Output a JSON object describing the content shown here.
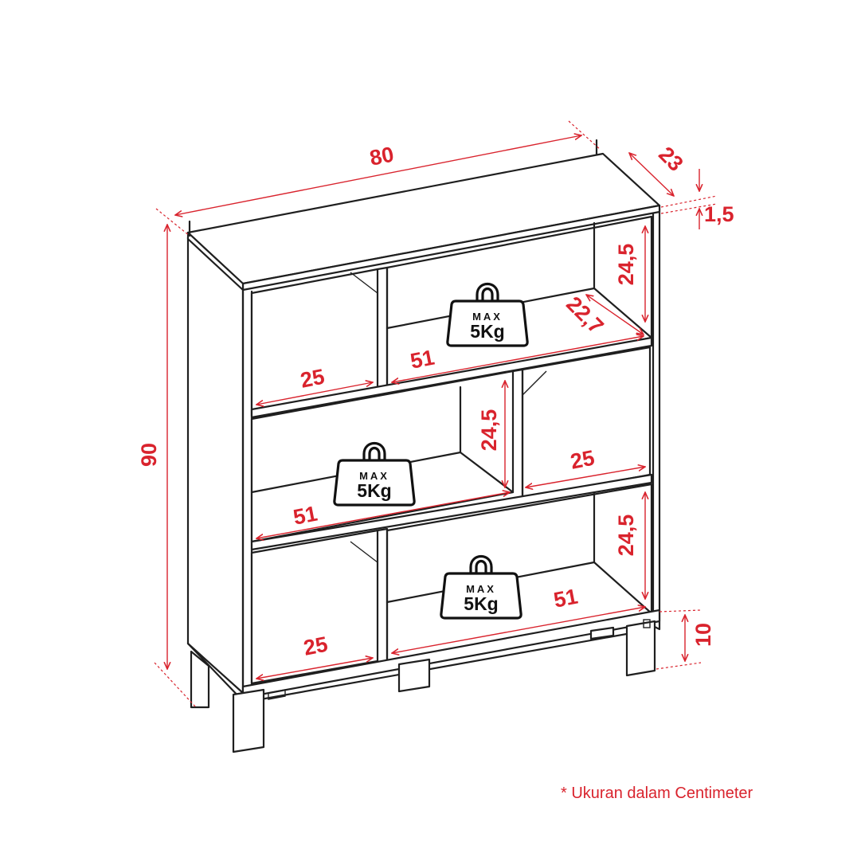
{
  "dimensions": {
    "width": "80",
    "depth": "23",
    "top_thickness": "1,5",
    "height": "90",
    "leg_height": "10",
    "shelf_height_top": "24,5",
    "shelf_depth_inner": "22,7",
    "shelf_height_mid": "24,5",
    "shelf_height_bottom": "24,5",
    "small_width_top": "25",
    "wide_width_top": "51",
    "wide_width_mid": "51",
    "small_width_mid": "25",
    "small_width_bottom": "25",
    "wide_width_bottom": "51"
  },
  "weight_badges": [
    {
      "max_label": "MAX",
      "load_label": "5Kg"
    },
    {
      "max_label": "MAX",
      "load_label": "5Kg"
    },
    {
      "max_label": "MAX",
      "load_label": "5Kg"
    }
  ],
  "footnote": "* Ukuran dalam Centimeter",
  "colors": {
    "dimension": "#d9232d",
    "line": "#1f1f1f"
  }
}
